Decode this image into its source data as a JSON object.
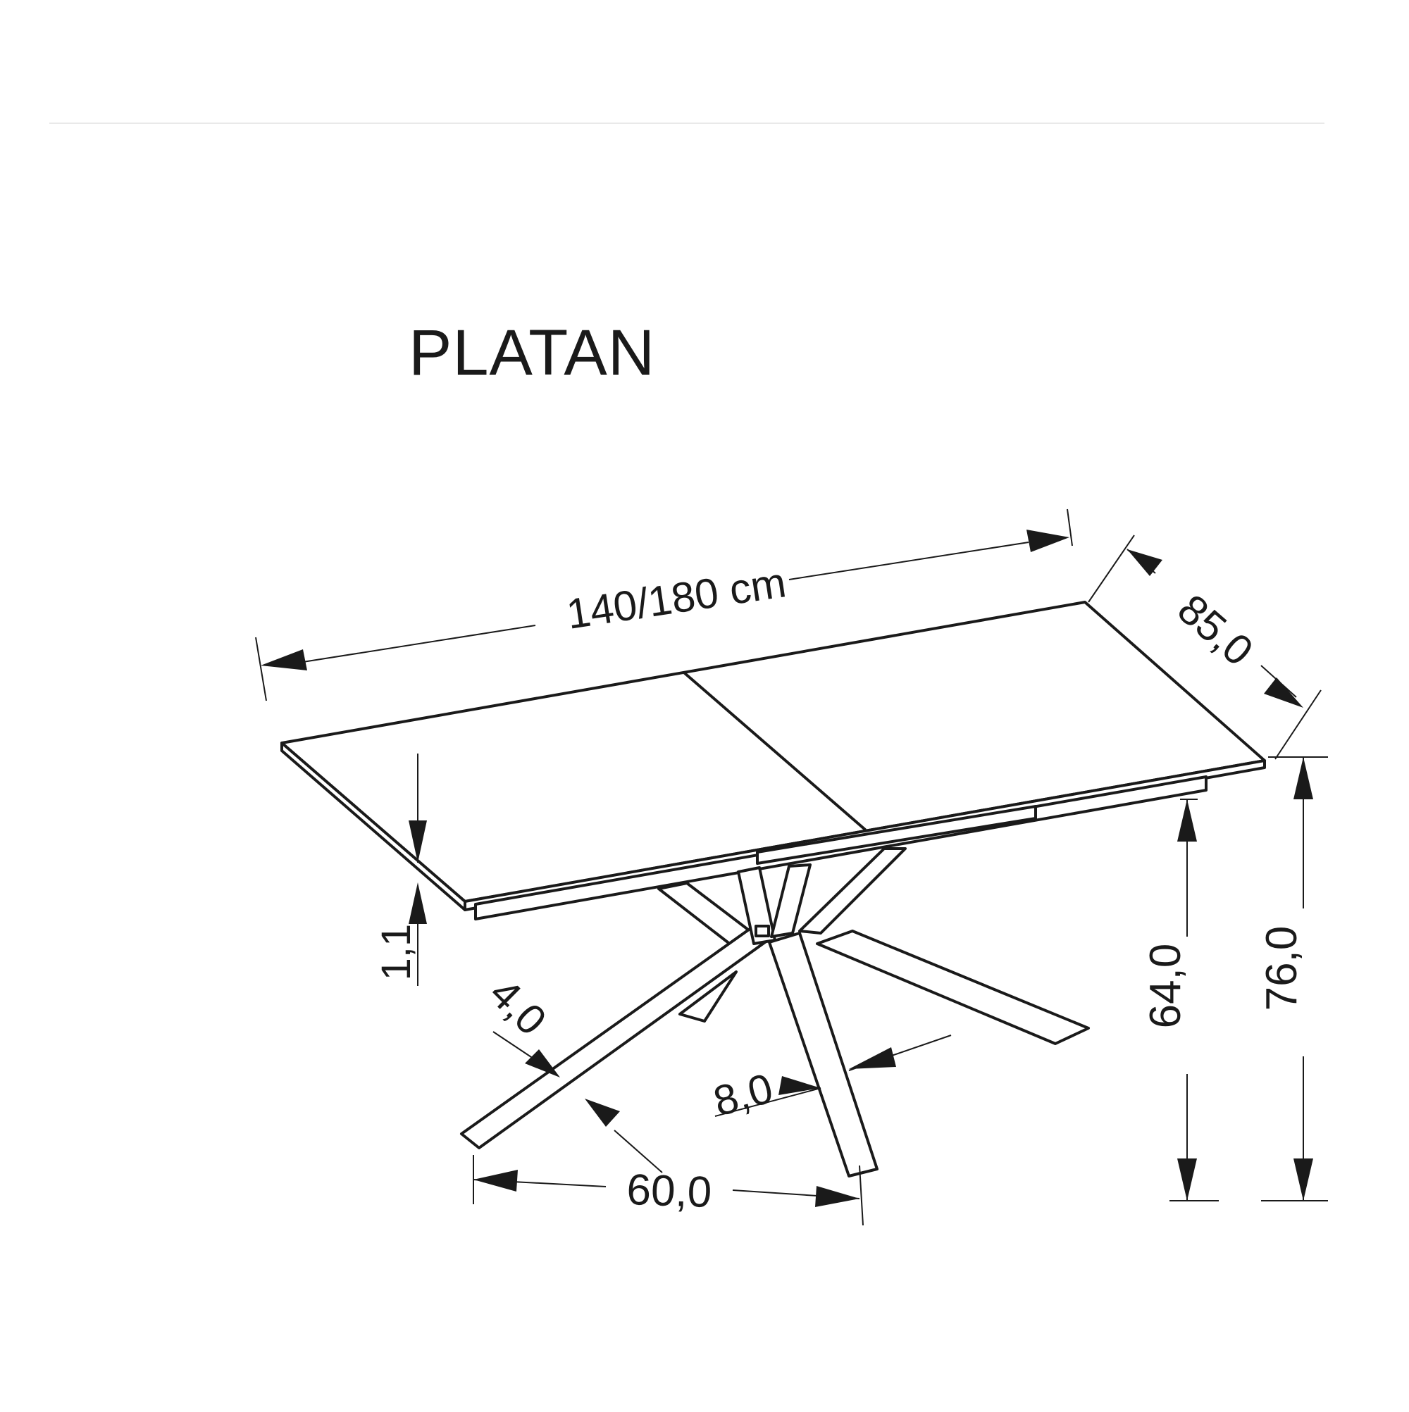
{
  "product": {
    "name": "PLATAN"
  },
  "dimensions": {
    "length": "140/180 cm",
    "depth": "85,0",
    "total_height": "76,0",
    "leg_height": "64,0",
    "top_thickness": "1,1",
    "leg_width": "4,0",
    "leg_depth": "8,0",
    "base_span": "60,0"
  },
  "colors": {
    "line": "#1a1a1a",
    "background": "#ffffff"
  }
}
